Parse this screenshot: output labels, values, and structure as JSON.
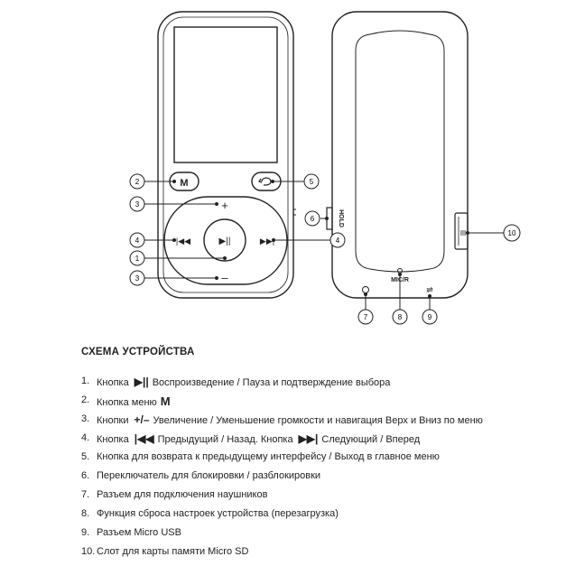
{
  "callouts": [
    "1",
    "2",
    "3",
    "4",
    "5",
    "6",
    "7",
    "8",
    "9",
    "10"
  ],
  "labels": {
    "hold": "HOLD",
    "mic_r": "MIC/R",
    "m_button": "M"
  },
  "section_title": "СХЕМА УСТРОЙСТВА",
  "items": [
    {
      "num": "1.",
      "pre": "Кнопка",
      "sym": "▶||",
      "post": "Воспроизведение / Пауза и подтверждение выбора"
    },
    {
      "num": "2.",
      "pre": "Кнопка меню",
      "sym": "M",
      "post": ""
    },
    {
      "num": "3.",
      "pre": "Кнопки",
      "sym": "+/–",
      "post": "Увеличение / Уменьшение громкости и навигация Верх и Вниз по меню"
    },
    {
      "num": "4.",
      "pre": "Кнопка",
      "sym": "|◀◀",
      "post": "Предыдущий / Назад. Кнопка",
      "sym2": "▶▶|",
      "post2": "Следующий / Вперед"
    },
    {
      "num": "5.",
      "pre": "Кнопка для возврата к предыдущему интерфейсу / Выход в главное меню",
      "sym": "",
      "post": ""
    },
    {
      "num": "6.",
      "pre": "Переключатель для блокировки / разблокировки",
      "sym": "",
      "post": ""
    },
    {
      "num": "7.",
      "pre": "Разъем для подключения наушников",
      "sym": "",
      "post": ""
    },
    {
      "num": "8.",
      "pre": "Функция сброса настроек устройства (перезагрузка)",
      "sym": "",
      "post": ""
    },
    {
      "num": "9.",
      "pre": "Разъем Micro USB",
      "sym": "",
      "post": ""
    },
    {
      "num": "10.",
      "pre": "Слот для карты памяти Micro SD",
      "sym": "",
      "post": ""
    }
  ]
}
